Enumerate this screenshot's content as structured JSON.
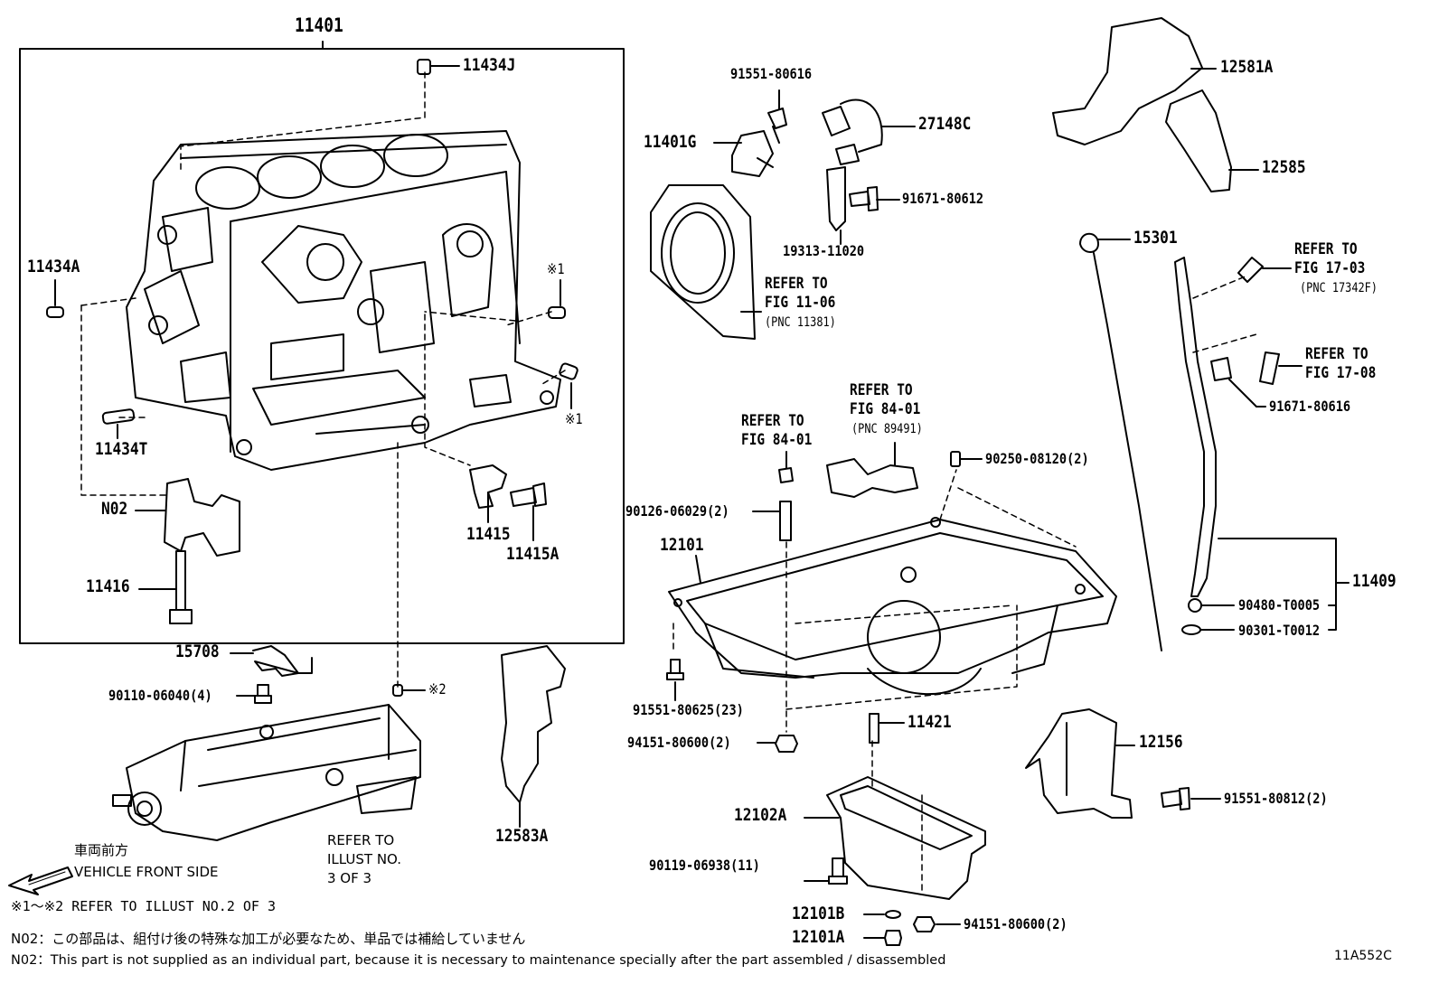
{
  "parts": {
    "block_assy": "11401",
    "plug_top": "11434J",
    "pin_left": "11434A",
    "pin_lower": "11434T",
    "mark1_a": "※1",
    "mark1_b": "※1",
    "n02": "N02",
    "bolt_cap": "11416",
    "nozzle": "11415",
    "nozzle_bolt": "11415A",
    "sensor_bracket": "15708",
    "bolt_15708": "90110-06040(4)",
    "mark2": "※2",
    "plate": "12583A",
    "bolt_sensor": "91551-80616",
    "crank_sensor": "11401G",
    "harness_clamp": "27148C",
    "bolt_bracket": "91671-80612",
    "bracket": "19313-11020",
    "insulator_a": "12581A",
    "insulator_b": "12585",
    "dipstick": "15301",
    "guide_bolt": "91671-80616",
    "stud_pan": "90250-08120(2)",
    "stud_oil": "90126-06029(2)",
    "oil_pan": "12101",
    "pan_bolt": "91551-80625(23)",
    "pan_nut": "94151-80600(2)",
    "stud_11421": "11421",
    "guide_assy": "11409",
    "ring_a": "90480-T0005",
    "ring_b": "90301-T0012",
    "baffle": "12156",
    "baffle_bolt": "91551-80812(2)",
    "pan_no2": "12102A",
    "pan2_bolt": "90119-06938(11)",
    "drain_gasket": "12101B",
    "drain_plug": "12101A",
    "pan2_nut": "94151-80600(2)"
  },
  "refs": {
    "fig_11_06": "REFER TO\nFIG 11-06",
    "fig_11_06_pnc": "(PNC 11381)",
    "fig_84_01_a": "REFER TO\nFIG 84-01",
    "fig_84_01_b": "REFER TO\nFIG 84-01",
    "fig_84_01_b_pnc": "(PNC 89491)",
    "fig_17_03": "REFER TO\nFIG 17-03",
    "fig_17_03_pnc": "(PNC 17342F)",
    "fig_17_08": "REFER TO\nFIG 17-08",
    "illust": "REFER TO\nILLUST NO.\n3 OF 3"
  },
  "notes": {
    "front_jp": "車両前方",
    "front_en": "VEHICLE FRONT SIDE",
    "mark_ref": "※1～※2  REFER  TO  ILLUST  NO.2  OF  3",
    "n02_jp": "N02：この部品は、組付け後の特殊な加工が必要なため、単品では補給していません",
    "n02_en": "N02：This part is not supplied as an individual part, because it is necessary to maintenance specially after the part assembled / disassembled",
    "code": "11A552C"
  }
}
